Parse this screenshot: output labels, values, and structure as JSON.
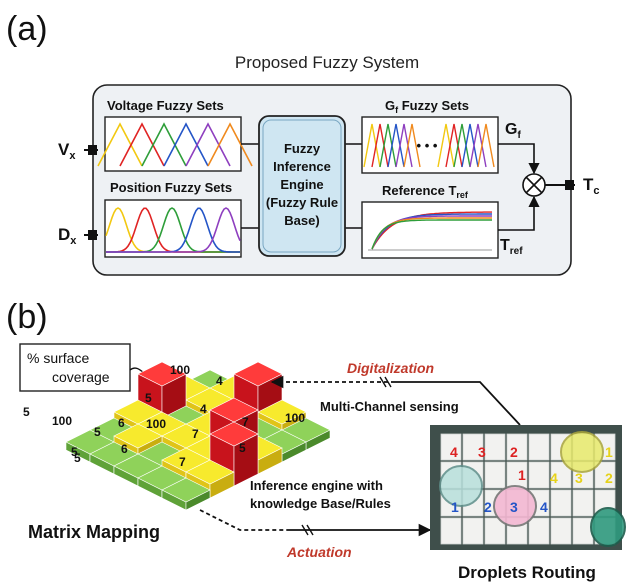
{
  "panel_a": {
    "label": "(a)",
    "system_title": "Proposed Fuzzy System",
    "inputs": {
      "voltage": "V",
      "voltage_sub": "x",
      "position": "D",
      "position_sub": "x"
    },
    "boxes": {
      "voltage_sets": "Voltage Fuzzy Sets",
      "position_sets": "Position Fuzzy Sets",
      "gf_sets_main": "G",
      "gf_sets_sub": "f",
      "gf_sets_rest": " Fuzzy Sets",
      "ellipsis": "• • •",
      "reference_main": "Reference T",
      "reference_sub": "ref",
      "engine_lines": [
        "Fuzzy",
        "Inference",
        "Engine",
        "(Fuzzy Rule",
        "Base)"
      ]
    },
    "outputs": {
      "gf": "G",
      "gf_sub": "f",
      "tref": "T",
      "tref_sub": "ref",
      "tc": "T",
      "tc_sub": "c"
    },
    "colors": {
      "engine_fill": "#cfe6f2",
      "box_fill": "#eef1f4",
      "mf_colors": [
        "#f2c811",
        "#e02424",
        "#2e9e3a",
        "#2455c7",
        "#8e3fbf",
        "#f08a1e"
      ]
    }
  },
  "panel_b": {
    "label": "(b)",
    "callout": [
      "% surface",
      "coverage"
    ],
    "digitalization": "Digitalization",
    "multichannel": "Multi-Channel sensing",
    "inference_lines": [
      "Inference engine with",
      "knowledge Base/Rules"
    ],
    "actuation": "Actuation",
    "matrix_mapping": "Matrix Mapping",
    "droplets_routing": "Droplets Routing",
    "tile_numbers": [
      "100",
      "4",
      "5",
      "4",
      "5",
      "100",
      "5",
      "6",
      "100",
      "7",
      "7",
      "100",
      "5",
      "6",
      "7",
      "5",
      "5"
    ],
    "grid_numbers": {
      "row1": [
        "4",
        "3",
        "2",
        "1"
      ],
      "row2": [
        "1",
        "4",
        "3",
        "2"
      ],
      "row3": [
        "1",
        "2",
        "3",
        "4"
      ]
    },
    "colors": {
      "red": "#e4232b",
      "yellow": "#f3e21b",
      "green": "#7cc24a"
    }
  }
}
